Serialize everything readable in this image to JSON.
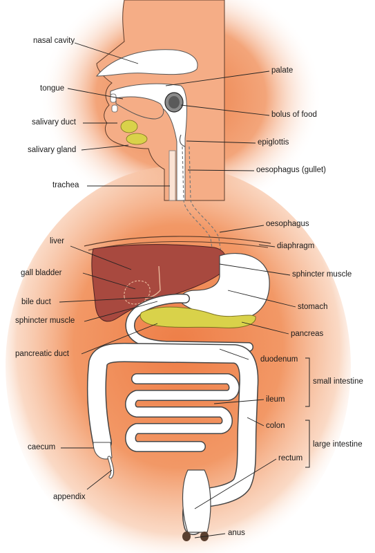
{
  "labels": {
    "nasal_cavity": "nasal cavity",
    "palate": "palate",
    "tongue": "tongue",
    "bolus": "bolus of food",
    "salivary_duct": "salivary duct",
    "epiglottis": "epiglottis",
    "salivary_gland": "salivary gland",
    "oesophagus_gullet": "oesophagus (gullet)",
    "trachea": "trachea",
    "oesophagus": "oesophagus",
    "liver": "liver",
    "diaphragm": "diaphragm",
    "sphincter_muscle_right": "sphincter muscle",
    "gall_bladder": "gall bladder",
    "bile_duct": "bile duct",
    "stomach": "stomach",
    "sphincter_muscle_left": "sphincter muscle",
    "pancreas": "pancreas",
    "pancreatic_duct": "pancreatic duct",
    "duodenum": "duodenum",
    "small_intestine": "small intestine",
    "ileum": "ileum",
    "colon": "colon",
    "large_intestine": "large intestine",
    "caecum": "caecum",
    "rectum": "rectum",
    "appendix": "appendix",
    "anus": "anus"
  },
  "colors": {
    "glow": "#f08a55",
    "head_fill": "#f6b48e",
    "liver": "#a8493f",
    "gland": "#d9d24a",
    "tract": "#ffffff",
    "outline": "#333333",
    "leader": "#222222"
  }
}
